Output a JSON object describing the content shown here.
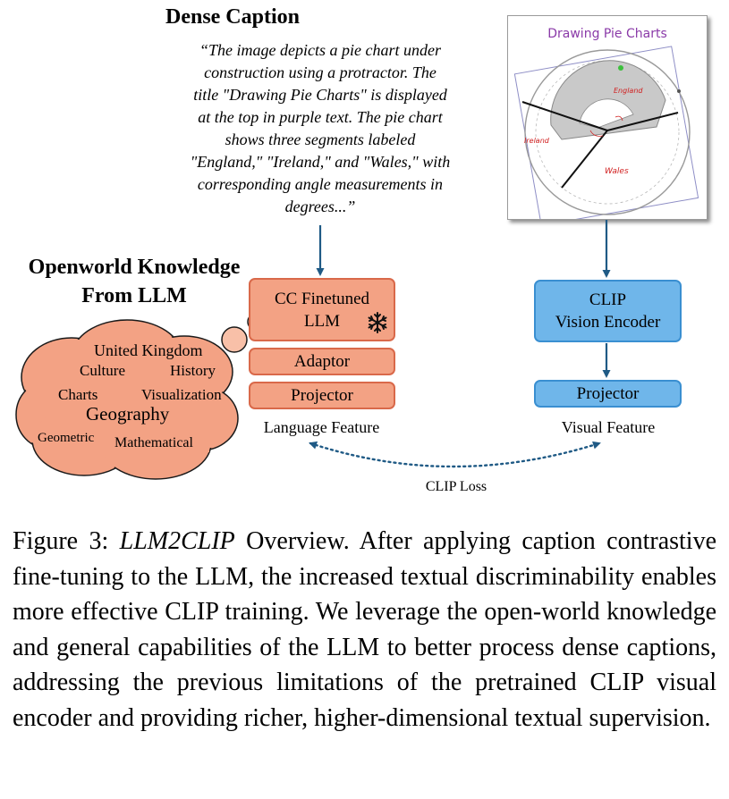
{
  "dense_caption": {
    "heading": "Dense Caption",
    "lines": [
      "“The image depicts a pie chart under",
      "construction using a protractor. The",
      "title \"Drawing Pie Charts\" is displayed",
      "at the top in purple text. The pie chart",
      "shows three segments labeled",
      "\"England,\" \"Ireland,\" and \"Wales,\" with",
      "corresponding angle measurements in",
      "degrees...”"
    ]
  },
  "openworld": {
    "heading_line1": "Openworld Knowledge",
    "heading_line2": "From LLM",
    "cloud_words": {
      "united_kingdom": "United Kingdom",
      "culture": "Culture",
      "history": "History",
      "charts": "Charts",
      "visualization": "Visualization",
      "geography": "Geography",
      "geometric": "Geometric",
      "mathematical": "Mathematical"
    }
  },
  "language_branch": {
    "llm_line1": "CC Finetuned",
    "llm_line2": "LLM",
    "frozen_icon": "snowflake-icon",
    "adaptor": "Adaptor",
    "projector": "Projector",
    "feature_label": "Language Feature"
  },
  "visual_branch": {
    "image_title": "Drawing Pie Charts",
    "chart_labels": {
      "england": "England",
      "ireland": "Ireland",
      "wales": "Wales"
    },
    "encoder_line1": "CLIP",
    "encoder_line2": "Vision Encoder",
    "projector": "Projector",
    "feature_label": "Visual Feature"
  },
  "loss_label": "CLIP Loss",
  "colors": {
    "orange_fill": "#f3a284",
    "orange_border": "#d9694a",
    "blue_fill": "#6fb6ea",
    "blue_border": "#3a8fd1",
    "arrow": "#1f5a85",
    "chart_title_purple": "#8a3aa8"
  },
  "figure_caption": {
    "label": "Figure 3:",
    "name": "LLM2CLIP",
    "text": "Overview. After applying caption contrastive fine-tuning to the LLM, the increased textual discriminability enables more effective CLIP training. We leverage the open-world knowledge and general capabilities of the LLM to better process dense captions, addressing the previous limitations of the pretrained CLIP visual encoder and providing richer, higher-dimensional textual supervision."
  }
}
